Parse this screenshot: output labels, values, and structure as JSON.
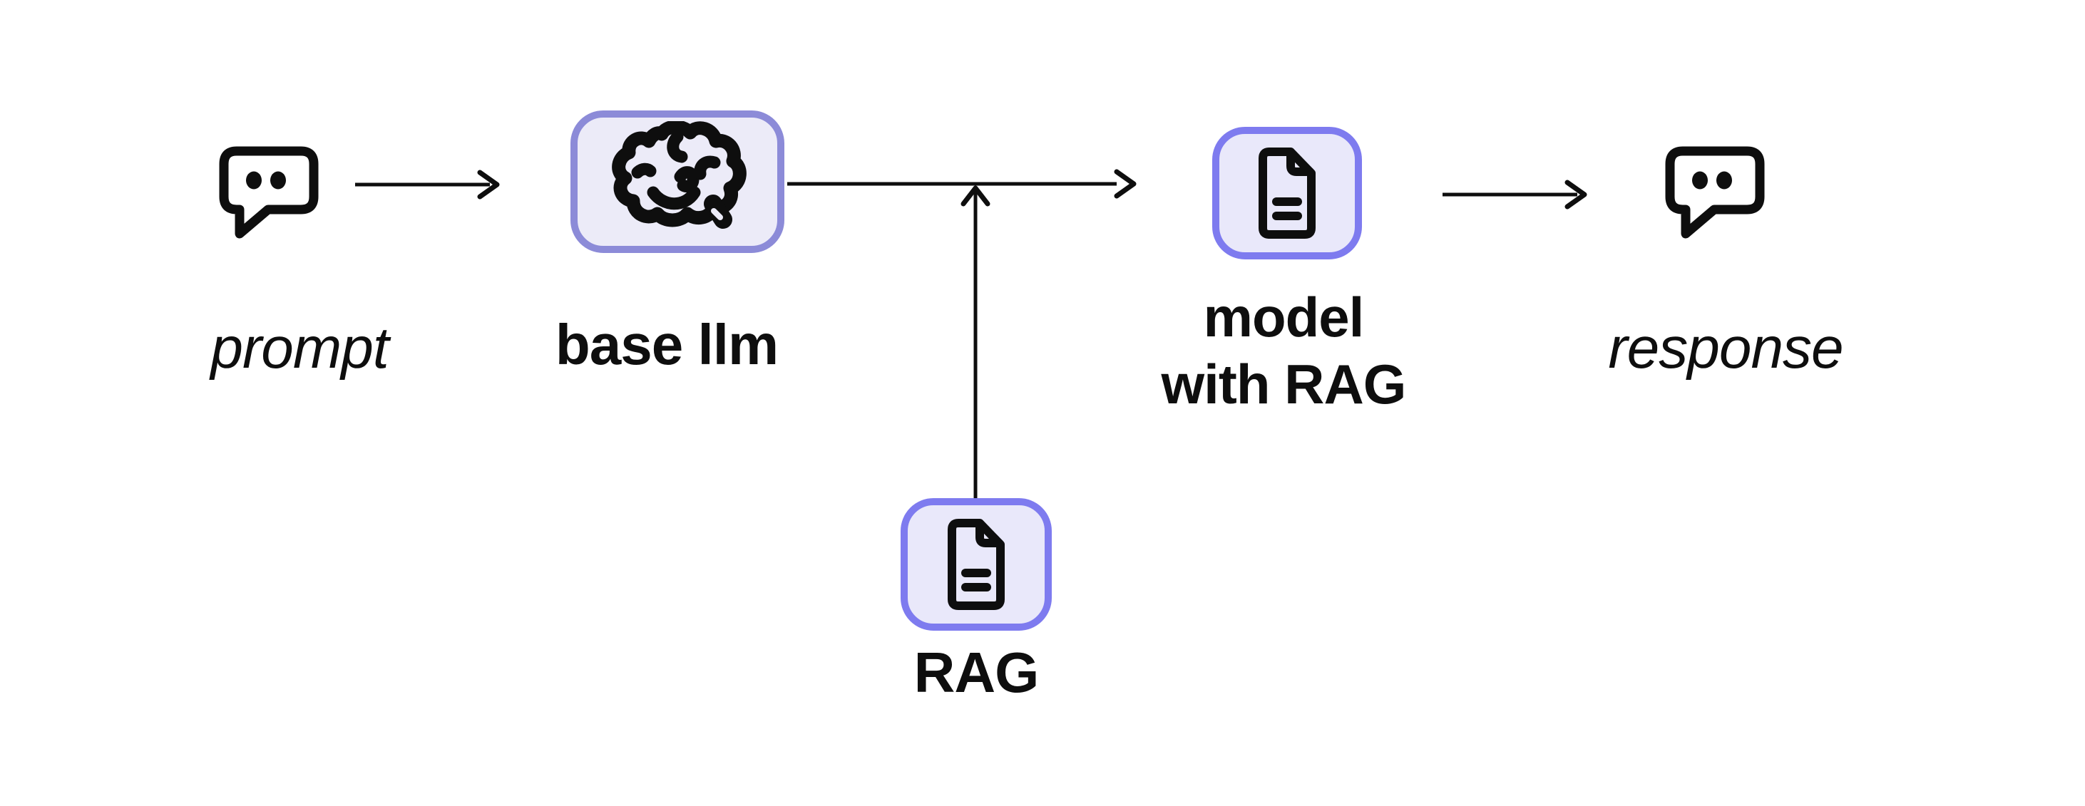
{
  "diagram": {
    "background_color": "#ffffff",
    "ink_color": "#0e0e0e",
    "nodes": {
      "prompt": {
        "label": "prompt",
        "icon": "speech-bubble-icon"
      },
      "base_llm": {
        "label": "base llm",
        "icon": "brain-icon",
        "box": {
          "fill": "#ecebf8",
          "border": "#8c8bd8"
        }
      },
      "rag": {
        "label": "RAG",
        "icon": "document-icon",
        "box": {
          "fill": "#e9e8fa",
          "border": "#7e7bef"
        }
      },
      "model_with_rag": {
        "label_line1": "model",
        "label_line2": "with RAG",
        "icon": "document-icon",
        "box": {
          "fill": "#e9e8fa",
          "border": "#7e7bef"
        }
      },
      "response": {
        "label": "response",
        "icon": "speech-bubble-icon"
      }
    },
    "edges": [
      {
        "from": "prompt",
        "to": "base llm"
      },
      {
        "from": "base llm",
        "to": "model with RAG"
      },
      {
        "from": "RAG",
        "to": "junction on arrow base llm → model with RAG"
      },
      {
        "from": "model with RAG",
        "to": "response"
      }
    ]
  }
}
